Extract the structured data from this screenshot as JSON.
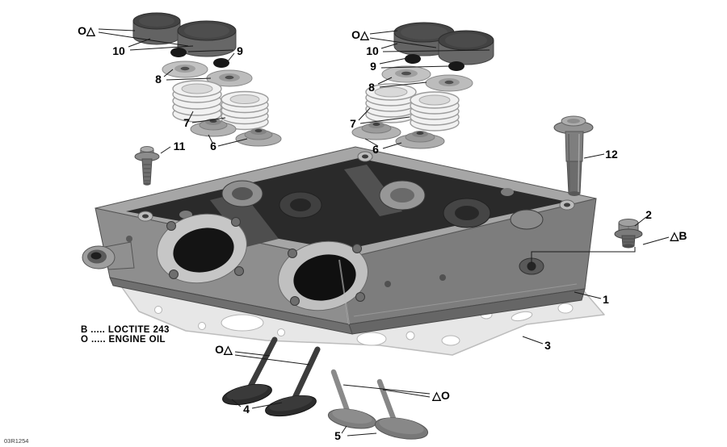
{
  "diagram": {
    "code": "03R1254",
    "legend": {
      "line1": "B ..... LOCTITE 243",
      "line2": "O ..... ENGINE OIL"
    },
    "callouts": {
      "head": "1",
      "plug": "2",
      "gasket": "3",
      "valves_dark": "4",
      "valves_light": "5",
      "seat_left": "6",
      "seat_right": "6",
      "spring_left": "7",
      "spring_right": "7",
      "retainer_left": "8",
      "retainer_right": "8",
      "cotter_left": "9",
      "cotter_right": "9",
      "tappet_left": "10",
      "tappet_right": "10",
      "bolt_short": "11",
      "bolt_long": "12",
      "oil_top_left": "O△",
      "oil_top_right": "O△",
      "oil_valves_left": "O△",
      "oil_valves_right": "△O",
      "loctite_plug": "△B"
    },
    "colors": {
      "head_top": "#a6a6a6",
      "head_cavity": "#2a2a2a",
      "head_front": "#8e8e8e",
      "head_side": "#7d7d7d",
      "gasket": "#e7e7e7",
      "dark_part": "#454545",
      "light_part": "#efefef",
      "leader": "#1a1a1a"
    }
  }
}
